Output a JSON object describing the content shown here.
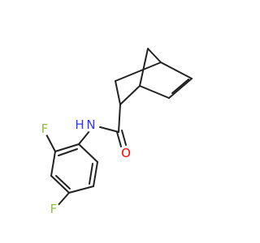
{
  "molecule": {
    "labels": {
      "nitrogen": "N",
      "hydrogen": "H",
      "oxygen": "O",
      "fluorine_ortho": "F",
      "fluorine_para": "F"
    },
    "colors": {
      "bond": "#222222",
      "nitrogen": "#3333ff",
      "oxygen": "#ff0000",
      "fluorine": "#8fbf3f",
      "background": "#ffffff"
    }
  }
}
